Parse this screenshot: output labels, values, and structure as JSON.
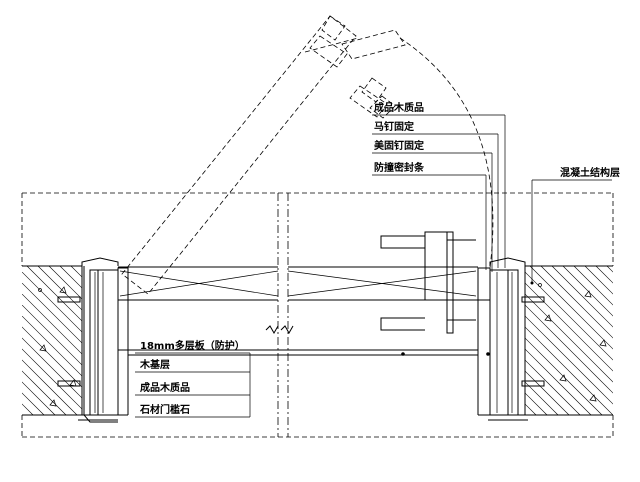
{
  "labels_upper": [
    "成品木质品",
    "马钉固定",
    "美固钉固定",
    "防撞密封条"
  ],
  "label_right": "混凝土结构层",
  "labels_lower": [
    "18mm多层板（防护）",
    "木基层",
    "成品木质品",
    "石材门槛石"
  ]
}
